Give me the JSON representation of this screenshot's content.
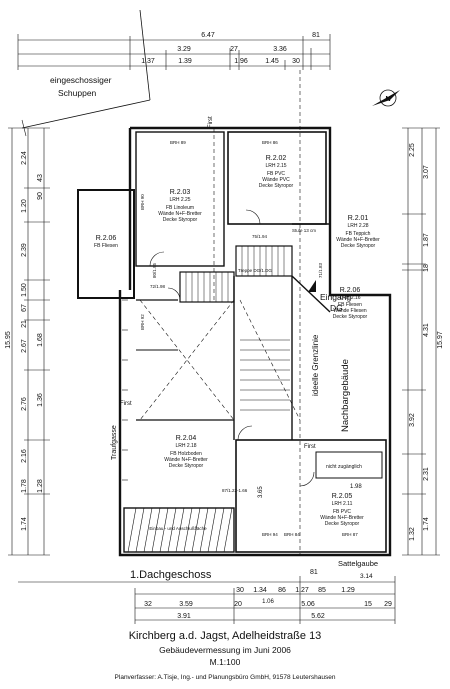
{
  "plan": {
    "floor_label": "1.Dachgeschoss",
    "notes": {
      "shed": [
        "eingeschossiger",
        "Schuppen"
      ],
      "traufgasse": "Traufgasse",
      "nachbar": "Nachbargebäude",
      "grenze": "ideelle Grenzlinie",
      "entrance": [
        "Eingang",
        "DG"
      ],
      "sattelgaube": "Sattelgaube",
      "first_top": "First",
      "first_left": "First",
      "first_right": "First",
      "stufe": "Stufe 13 cm",
      "treppe": "Treppe DG/1.DG",
      "nicht_zugaenglich": "nicht zugänglich",
      "bodenbelag": "Einbau - und Anschlußfläche"
    },
    "rooms": [
      {
        "id": "R.2.02",
        "lines": [
          "R.2.02",
          "LRH 2.15",
          "FB PVC",
          "Wände PVC",
          "Decke Styropor"
        ]
      },
      {
        "id": "R.2.03",
        "lines": [
          "R.2.03",
          "LRH 2.25",
          "FB Linoleum",
          "Wände N+F-Bretter",
          "Decke Styropor"
        ]
      },
      {
        "id": "R.2.06",
        "lines": [
          "R.2.06",
          "FB Fliesen"
        ]
      },
      {
        "id": "R.2.01",
        "lines": [
          "R.2.01",
          "LRH 2.28",
          "FB Teppich",
          "Wände N+F-Bretter",
          "Decke Styropor"
        ]
      },
      {
        "id": "R.2.06b",
        "lines": [
          "R.2.06",
          "LRH 2.16",
          "FB Fliesen",
          "Wände Fliesen",
          "Decke Styropor"
        ]
      },
      {
        "id": "R.2.04",
        "lines": [
          "R.2.04",
          "LRH 2.18",
          "FB Holzboden",
          "Wände N+F-Bretter",
          "Decke Styropor"
        ]
      },
      {
        "id": "R.2.05",
        "lines": [
          "R.2.05",
          "LRH 2.11",
          "FB PVC",
          "Wände N+F-Bretter",
          "Decke Styropor"
        ]
      }
    ],
    "small_labels": [
      "BRH 89",
      "BRH 86",
      "BRH 90",
      "BRH 92",
      "BRH 94",
      "BRH 84",
      "BRH 87",
      "75/1.94",
      "72/1.98",
      "80/1.95",
      "71/1.83",
      "87/1.22-1.66",
      "3.65",
      "1.98",
      "3.14"
    ],
    "dims_top": {
      "total": "6.47",
      "right_small": "81",
      "row1": [
        "3.29",
        "27",
        "3.36"
      ],
      "row2": [
        "1.37",
        "1.39",
        "1.96",
        "1.45",
        "30"
      ]
    },
    "dims_bottom": {
      "row1": [
        "30",
        "1.34",
        "86",
        "1.27",
        "85",
        "1.29"
      ],
      "row2": [
        "32",
        "3.59",
        "20",
        "5.06",
        "15",
        "29"
      ],
      "row2b": [
        "1.06"
      ],
      "row3": [
        "3.91",
        "5.62"
      ],
      "right_small": "81"
    },
    "dims_left": {
      "total": "15.95",
      "col1": [
        "2.24",
        "1.20",
        "2.39",
        "1.50",
        "67",
        "21",
        "2.67",
        "2.76",
        "2.16",
        "1.78",
        "1.74"
      ],
      "col2": [
        "43",
        "90",
        "1.68",
        "1.36",
        "1.28"
      ]
    },
    "dims_right": {
      "total": "15.97",
      "col1": [
        "3.07",
        "1.87",
        "18",
        "4.31",
        "2.31",
        "1.74"
      ],
      "col2": [
        "2.25",
        "3.92",
        "1.32"
      ]
    }
  },
  "footer": {
    "title": "Kirchberg a.d. Jagst, Adelheidstraße 13",
    "subtitle": "Gebäudevermessung im Juni 2006",
    "scale": "M.1:100",
    "author": "Planverfasser: A.Tisje, Ing.- und Planungsbüro GmbH, 91578 Leutershausen"
  },
  "colors": {
    "ink": "#111111",
    "paper": "#ffffff"
  },
  "icons": [
    "north-arrow-icon"
  ]
}
